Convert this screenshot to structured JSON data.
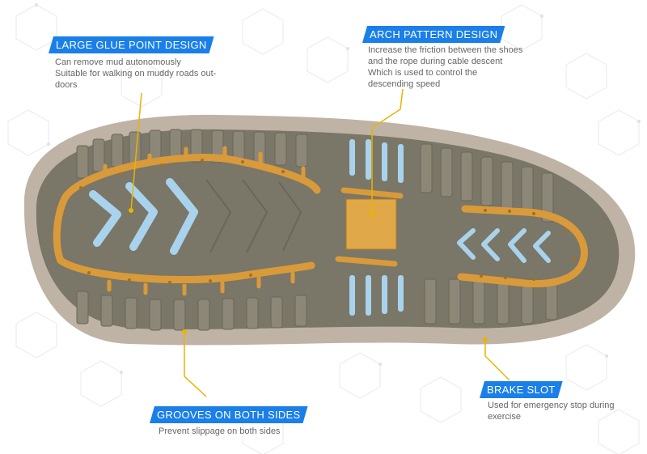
{
  "callouts": {
    "glue": {
      "title": "LARGE GLUE POINT DESIGN",
      "lines": [
        "Can remove mud autonomously",
        "Suitable for walking on muddy roads out-",
        "doors"
      ]
    },
    "arch": {
      "title": "ARCH PATTERN DESIGN",
      "lines": [
        "Increase the friction between the shoes",
        "and the rope during cable descent",
        "Which is used to control the",
        "descending speed"
      ]
    },
    "grooves": {
      "title": "GROOVES ON BOTH SIDES",
      "lines": [
        "Prevent slippage on both sides"
      ]
    },
    "brake": {
      "title": "BRAKE SLOT",
      "lines": [
        "Used for emergency stop during",
        "exercise"
      ]
    }
  },
  "colors": {
    "accent": "#1a7fe8",
    "leader": "#e9b400",
    "rubber": "#7a7668",
    "midsole": "#bfb3a5",
    "orange": "#d99a3a",
    "blue": "#a9d3ec"
  }
}
